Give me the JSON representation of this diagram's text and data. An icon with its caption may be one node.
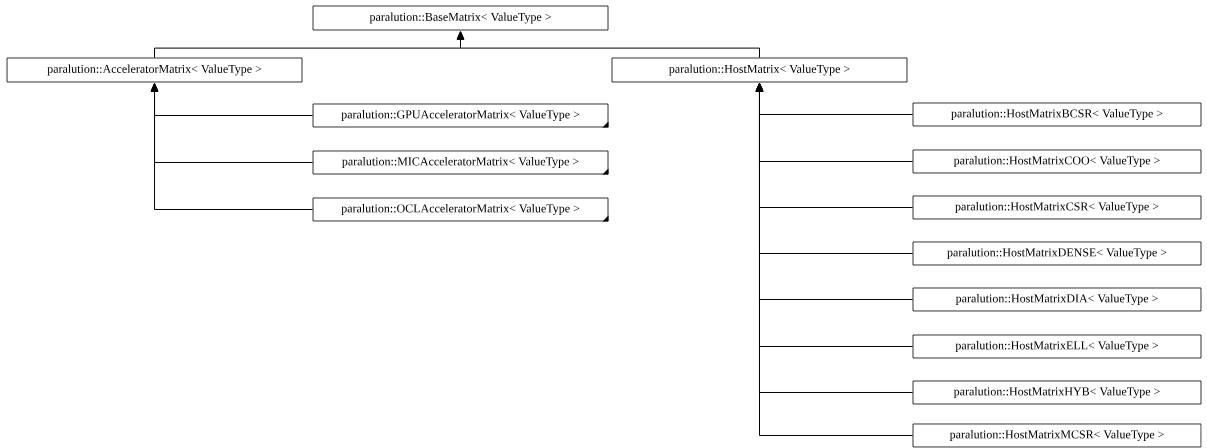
{
  "diagram": {
    "nodes": [
      {
        "text": [
          "paralution::BaseMatrix< ValueType >"
        ]
      },
      {
        "text": [
          "paralution::AcceleratorMatrix< ValueType >"
        ]
      },
      {
        "text": [
          "paralution::HostMatrix< ValueType >"
        ]
      },
      {
        "text": [
          "paralution::GPUAcceleratorMatrix< ValueType >"
        ]
      },
      {
        "text": [
          "paralution::MICAcceleratorMatrix< ValueType >"
        ]
      },
      {
        "text": [
          "paralution::OCLAcceleratorMatrix< ValueType >"
        ]
      },
      {
        "text": [
          "paralution::HostMatrixBCSR< ValueType >"
        ]
      },
      {
        "text": [
          "paralution::HostMatrixCOO< ValueType >"
        ]
      },
      {
        "text": [
          "paralution::HostMatrixCSR< ValueType >"
        ]
      },
      {
        "text": [
          "paralution::HostMatrixDENSE< ValueType >"
        ]
      },
      {
        "text": [
          "paralution::HostMatrixDIA< ValueType >"
        ]
      },
      {
        "text": [
          "paralution::HostMatrixELL< ValueType >"
        ]
      },
      {
        "text": [
          "paralution::HostMatrixHYB< ValueType >"
        ]
      },
      {
        "text": [
          "paralution::HostMatrixMCSR< ValueType >"
        ]
      }
    ],
    "edges": [
      {
        "from": 1,
        "to": 0,
        "arrow": "to"
      },
      {
        "from": 2,
        "to": 0,
        "arrow": "to"
      },
      {
        "from": 3,
        "to": 1,
        "arrow": "to"
      },
      {
        "from": 4,
        "to": 1,
        "arrow": "to"
      },
      {
        "from": 5,
        "to": 1,
        "arrow": "to"
      },
      {
        "from": 6,
        "to": 2,
        "arrow": "to"
      },
      {
        "from": 7,
        "to": 2,
        "arrow": "to"
      },
      {
        "from": 8,
        "to": 2,
        "arrow": "to"
      },
      {
        "from": 9,
        "to": 2,
        "arrow": "to"
      },
      {
        "from": 10,
        "to": 2,
        "arrow": "to"
      },
      {
        "from": 11,
        "to": 2,
        "arrow": "to"
      },
      {
        "from": 12,
        "to": 2,
        "arrow": "to"
      },
      {
        "from": 13,
        "to": 2,
        "arrow": "to"
      }
    ]
  }
}
